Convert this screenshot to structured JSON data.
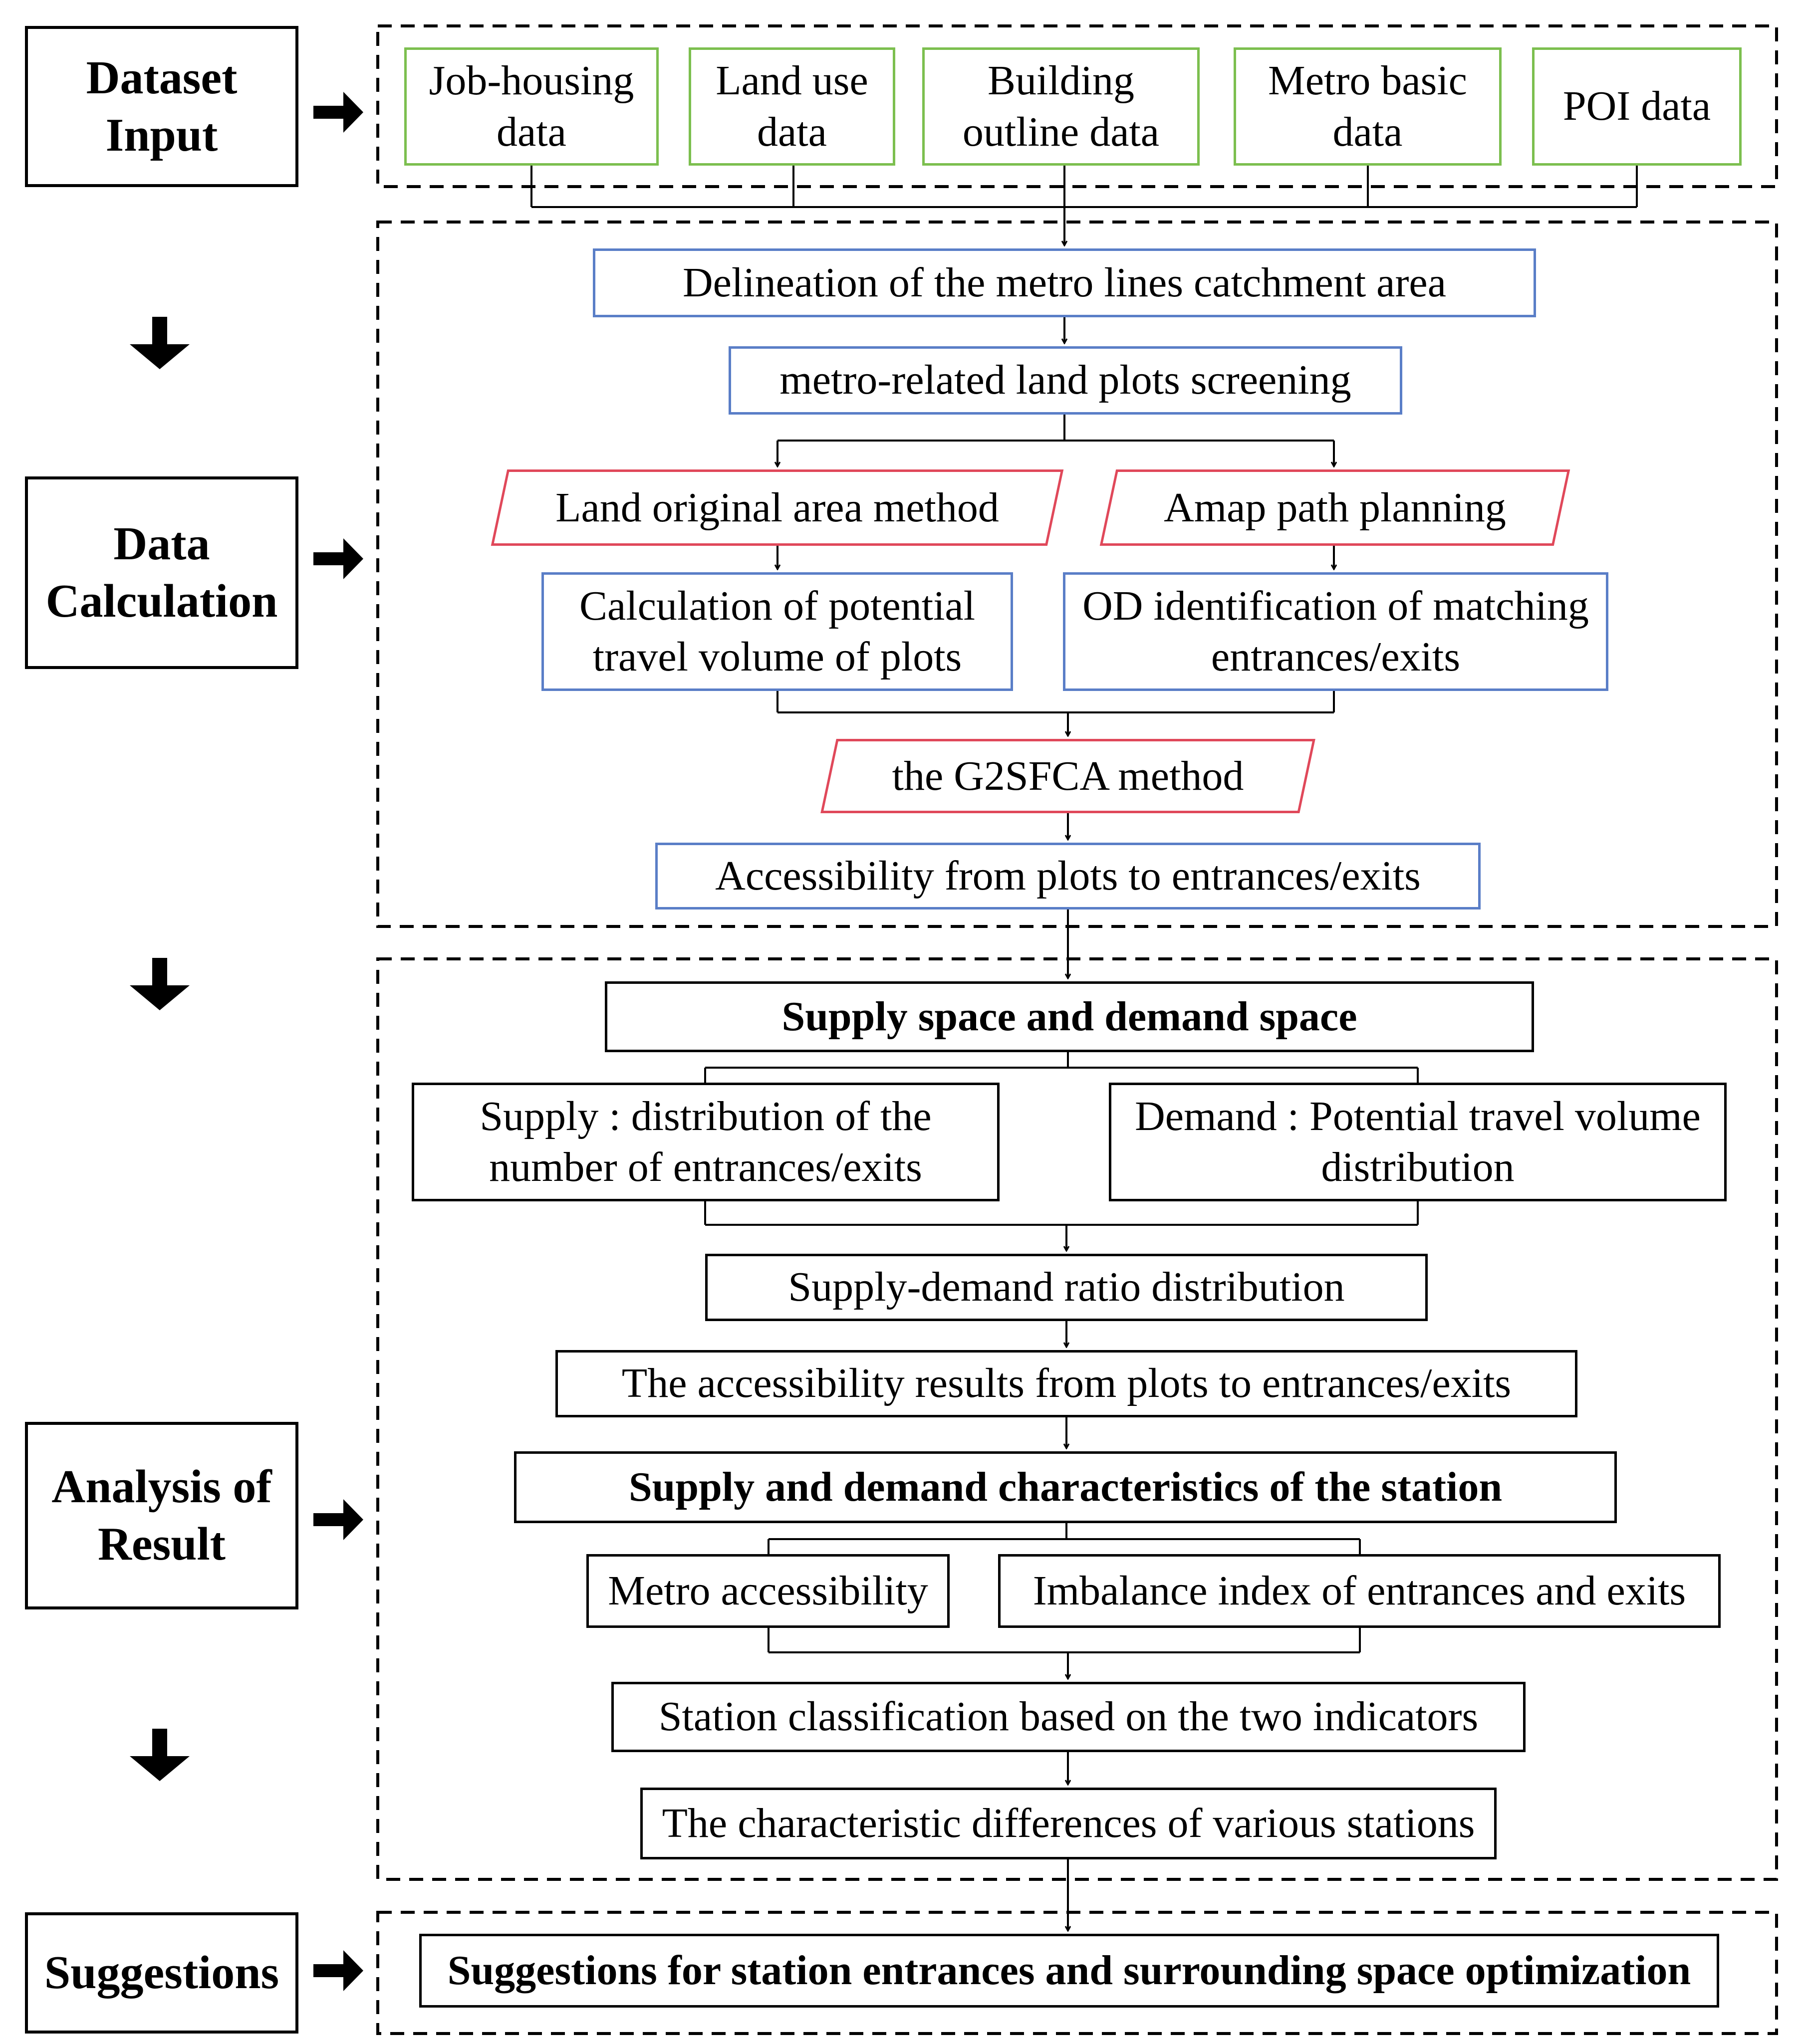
{
  "stages": {
    "dataset_input": "Dataset\nInput",
    "data_calculation": "Data\nCalculation",
    "analysis_of_result": "Analysis of\nResult",
    "suggestions": "Suggestions"
  },
  "inputs": {
    "job_housing": "Job-housing\ndata",
    "land_use": "Land use\ndata",
    "building_outline": "Building\noutline data",
    "metro_basic": "Metro basic\ndata",
    "poi": "POI data"
  },
  "calculation": {
    "catchment": "Delineation of the metro lines catchment area",
    "screening": "metro-related land plots screening",
    "land_original": "Land original area method",
    "amap": "Amap path planning",
    "potential_volume": "Calculation of potential\ntravel volume of plots",
    "od_identification": "OD identification of matching\nentrances/exits",
    "g2sfca": "the G2SFCA method",
    "accessibility": "Accessibility from plots to entrances/exits"
  },
  "analysis": {
    "supply_demand_space": "Supply space and demand space",
    "supply": "Supply : distribution of the\nnumber of entrances/exits",
    "demand": "Demand : Potential travel volume\ndistribution",
    "ratio": "Supply-demand ratio distribution",
    "accessibility_results": "The accessibility results from plots to entrances/exits",
    "station_characteristics": "Supply and demand characteristics of the station",
    "metro_accessibility": "Metro accessibility",
    "imbalance": "Imbalance index of entrances and exits",
    "classification": "Station classification based on the two indicators",
    "differences": "The characteristic differences of various stations"
  },
  "suggestions": {
    "optimization": "Suggestions for station entrances and surrounding space optimization"
  },
  "colors": {
    "input_border": "#7cbf4f",
    "process_border": "#5a7ec7",
    "method_border": "#e0485a",
    "result_border": "#000000"
  },
  "icons": [
    "arrow-right-icon",
    "arrow-down-icon"
  ]
}
